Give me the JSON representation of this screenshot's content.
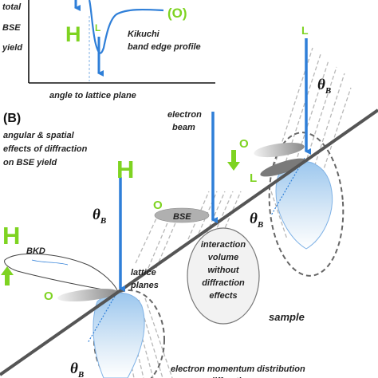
{
  "panel_a": {
    "ylabel_lines": [
      "total",
      "BSE",
      "yield"
    ],
    "xlabel": "angle to lattice plane",
    "label_H": "H",
    "label_L": "L",
    "label_O": "(O)",
    "profile_lines": [
      "Kikuchi",
      "band edge profile"
    ]
  },
  "panel_b": {
    "title": "(B)",
    "desc_lines": [
      "angular & spatial",
      "effects of diffraction",
      "on BSE yield"
    ],
    "electron_beam_lines": [
      "electron",
      "beam"
    ],
    "label_L": "L",
    "theta": "θ",
    "theta_sub": "B",
    "label_O_right": "O",
    "label_L_right": "L",
    "label_H_center": "H",
    "label_O_center": "O",
    "bse": "BSE",
    "label_H_left": "H",
    "bkd": "BKD",
    "label_O_left": "O",
    "lattice_lines": [
      "lattice",
      "planes"
    ],
    "interaction_lines": [
      "interaction",
      "volume",
      "without",
      "diffraction",
      "effects"
    ],
    "sample": "sample",
    "momentum_lines": [
      "electron momentum distribution",
      "diffraction"
    ]
  },
  "colors": {
    "arrow_blue": "#2f7fd8",
    "label_green": "#7ed321",
    "cloud_blue": "#bcd8f0",
    "surface": "#555555"
  }
}
